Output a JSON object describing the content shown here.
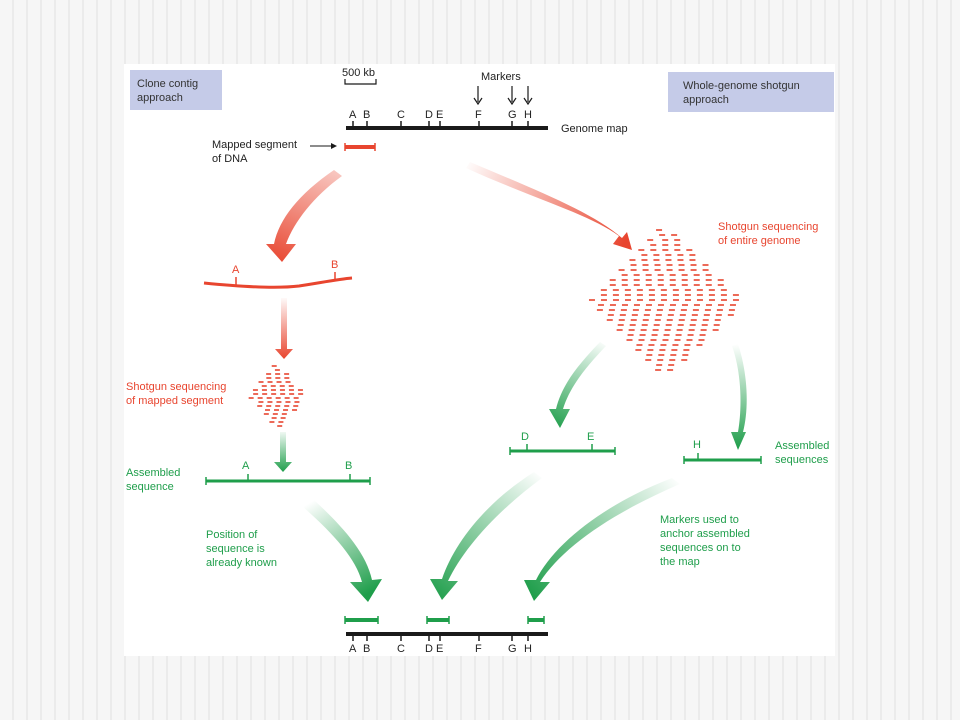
{
  "colors": {
    "red": "#e8452f",
    "green": "#1f9e4b",
    "black": "#1a1a1a",
    "box_fill": "#c5cbe8",
    "slide_background": "#f2f2f2"
  },
  "left_box": {
    "line1": "Clone contig",
    "line2": "approach"
  },
  "right_box": {
    "line1": "Whole-genome shotgun",
    "line2": "approach"
  },
  "scale_label": "500 kb",
  "markers_label": "Markers",
  "genome_map_label": "Genome map",
  "marker_letters": [
    "A",
    "B",
    "C",
    "D",
    "E",
    "F",
    "G",
    "H"
  ],
  "mapped_segment": {
    "line1": "Mapped segment",
    "line2": "of DNA"
  },
  "segment_markers": [
    "A",
    "B"
  ],
  "shotgun_mapped": {
    "line1": "Shotgun sequencing",
    "line2": "of mapped segment"
  },
  "assembled_sequence": {
    "line1": "Assembled",
    "line2": "sequence"
  },
  "shotgun_entire": {
    "line1": "Shotgun sequencing",
    "line2": "of entire genome"
  },
  "assembled_sequences": {
    "line1": "Assembled",
    "line2": "sequences"
  },
  "de_markers": [
    "D",
    "E"
  ],
  "h_marker": "H",
  "position_known": {
    "line1": "Position of",
    "line2": "sequence is",
    "line3": "already known"
  },
  "markers_used": {
    "line1": "Markers used to",
    "line2": "anchor assembled",
    "line3": "sequences on to",
    "line4": "the map"
  }
}
